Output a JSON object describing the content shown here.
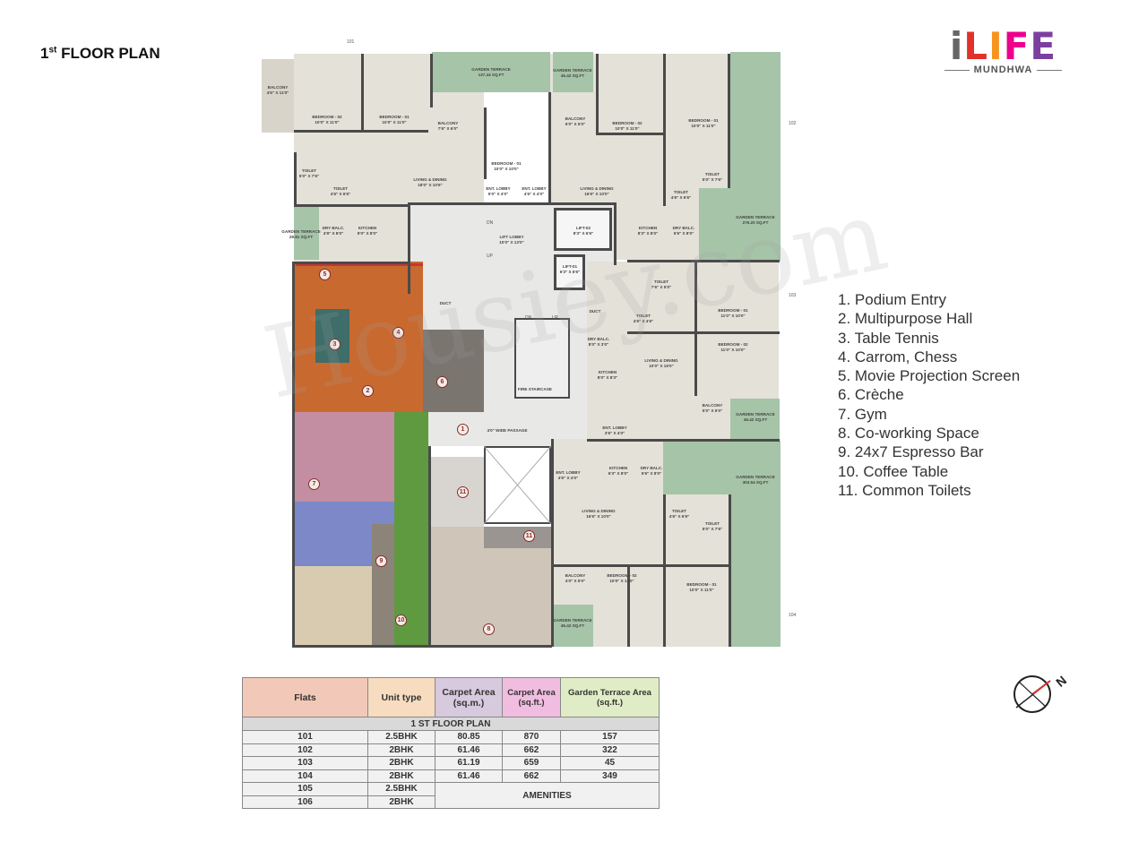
{
  "title": {
    "main": "1",
    "sup": "st",
    "rest": " FLOOR PLAN"
  },
  "logo": {
    "text": "iLIFE",
    "subtitle": "MUNDHWA",
    "colors": [
      "#e0312b",
      "#f7941d",
      "#8dc63f",
      "#ec008c",
      "#7b3fa0"
    ]
  },
  "watermark": "Housiey.com",
  "flat_numbers": [
    "101",
    "102",
    "103",
    "104"
  ],
  "stairs": {
    "dn": "DN",
    "up": "UP"
  },
  "rooms": [
    {
      "name": "Balcony",
      "dim": "4'6\" X 11'0\""
    },
    {
      "name": "Bedroom - 02",
      "dim": "10'0\" X 11'0\""
    },
    {
      "name": "Bedroom - 01",
      "dim": "10'0\" X 11'0\""
    },
    {
      "name": "Balcony",
      "dim": "7'6\" X 6'0\""
    },
    {
      "name": "Garden Terrace",
      "dim": "137.44 Sq.Ft"
    },
    {
      "name": "Bedroom - 01",
      "dim": "10'0\" X 10'0\""
    },
    {
      "name": "Toilet",
      "dim": "5'0\" X 7'6\""
    },
    {
      "name": "Toilet",
      "dim": "4'6\" X 6'6\""
    },
    {
      "name": "Living & Dining",
      "dim": "18'0\" X 10'6\""
    },
    {
      "name": "Ent. Lobby",
      "dim": "5'0\" X 4'0\""
    },
    {
      "name": "Ent. Lobby",
      "dim": "4'6\" X 4'0\""
    },
    {
      "name": "Garden Terrace",
      "dim": "29.81 Sq.Ft"
    },
    {
      "name": "Dry Balc.",
      "dim": "4'9\" X 8'0\""
    },
    {
      "name": "Kitchen",
      "dim": "9'0\" X 8'0\""
    },
    {
      "name": "Garden Terrace",
      "dim": "45.42 Sq.Ft"
    },
    {
      "name": "Balcony",
      "dim": "6'0\" X 5'0\""
    },
    {
      "name": "Bedroom - 02",
      "dim": "10'0\" X 11'0\""
    },
    {
      "name": "Bedroom - 01",
      "dim": "10'0\" X 11'0\""
    },
    {
      "name": "Living & Dining",
      "dim": "16'6\" X 10'0\""
    },
    {
      "name": "Toilet",
      "dim": "5'0\" X 7'6\""
    },
    {
      "name": "Toilet",
      "dim": "4'6\" X 6'6\""
    },
    {
      "name": "Kitchen",
      "dim": "8'3\" X 8'0\""
    },
    {
      "name": "Dry Balc.",
      "dim": "5'6\" X 8'0\""
    },
    {
      "name": "Garden Terrace",
      "dim": "276.20 Sq.Ft"
    },
    {
      "name": "Lift-02",
      "dim": "8'3\" X 6'6\""
    },
    {
      "name": "Lift Lobby",
      "dim": "10'0\" X 13'0\""
    },
    {
      "name": "Lift-01",
      "dim": "6'3\" X 6'6\""
    },
    {
      "name": "Duct",
      "dim": ""
    },
    {
      "name": "Duct",
      "dim": ""
    },
    {
      "name": "Toilet",
      "dim": "7'6\" X 5'0\""
    },
    {
      "name": "Toilet",
      "dim": "4'6\" X 4'6\""
    },
    {
      "name": "Bedroom - 01",
      "dim": "11'0\" X 10'0\""
    },
    {
      "name": "Bedroom - 02",
      "dim": "11'0\" X 10'0\""
    },
    {
      "name": "Dry Balc.",
      "dim": "8'0\" X 3'0\""
    },
    {
      "name": "Living & Dining",
      "dim": "10'0\" X 16'0\""
    },
    {
      "name": "Kitchen",
      "dim": "8'0\" X 8'3\""
    },
    {
      "name": "Fire Staircase",
      "dim": ""
    },
    {
      "name": "Balcony",
      "dim": "5'0\" X 6'0\""
    },
    {
      "name": "Garden Terrace",
      "dim": "45.42 Sq.Ft"
    },
    {
      "name": "Ent. Lobby",
      "dim": "3'6\" X 4'0\""
    },
    {
      "name": "4'0\" Wide Passage",
      "dim": ""
    },
    {
      "name": "Kitchen",
      "dim": "6'3\" X 8'0\""
    },
    {
      "name": "Dry Balc.",
      "dim": "5'6\" X 8'0\""
    },
    {
      "name": "Ent. Lobby",
      "dim": "4'6\" X 4'0\""
    },
    {
      "name": "Garden Terrace",
      "dim": "303.54 Sq.Ft"
    },
    {
      "name": "Living & Dining",
      "dim": "16'6\" X 10'0\""
    },
    {
      "name": "Toilet",
      "dim": "4'6\" X 6'6\""
    },
    {
      "name": "Toilet",
      "dim": "5'0\" X 7'6\""
    },
    {
      "name": "Balcony",
      "dim": "4'0\" X 5'0\""
    },
    {
      "name": "Bedroom - 02",
      "dim": "10'0\" X 11'0\""
    },
    {
      "name": "Bedroom - 01",
      "dim": "10'0\" X 11'0\""
    },
    {
      "name": "Garden Terrace",
      "dim": "45.42 Sq.Ft"
    }
  ],
  "amenity_markers": [
    "5",
    "3",
    "4",
    "2",
    "6",
    "1",
    "7",
    "11",
    "11",
    "9",
    "10",
    "8"
  ],
  "legend": [
    "1. Podium Entry",
    "2. Multipurpose Hall",
    "3. Table Tennis",
    "4. Carrom, Chess",
    "5. Movie Projection Screen",
    "6. Crèche",
    "7. Gym",
    "8. Co-working Space",
    "9. 24x7 Espresso Bar",
    "10. Coffee Table",
    "11. Common Toilets"
  ],
  "table": {
    "headers": [
      "Flats",
      "Unit type",
      "Carpet Area\n(sq.m.)",
      "Carpet Area\n(sq.ft.)",
      "Garden Terrace Area\n(sq.ft.)"
    ],
    "header_colors": [
      "#f2c9b8",
      "#f7dcc0",
      "#d7c9de",
      "#f0bde0",
      "#e0ecc6"
    ],
    "section": "1 ST FLOOR PLAN",
    "rows": [
      [
        "101",
        "2.5BHK",
        "80.85",
        "870",
        "157"
      ],
      [
        "102",
        "2BHK",
        "61.46",
        "662",
        "322"
      ],
      [
        "103",
        "2BHK",
        "61.19",
        "659",
        "45"
      ],
      [
        "104",
        "2BHK",
        "61.46",
        "662",
        "349"
      ]
    ],
    "amenity_rows": [
      [
        "105",
        "2.5BHK"
      ],
      [
        "106",
        "2BHK"
      ]
    ],
    "amenities_label": "AMENITIES"
  },
  "compass": {
    "icon": "north-arrow-icon",
    "label": "N"
  }
}
